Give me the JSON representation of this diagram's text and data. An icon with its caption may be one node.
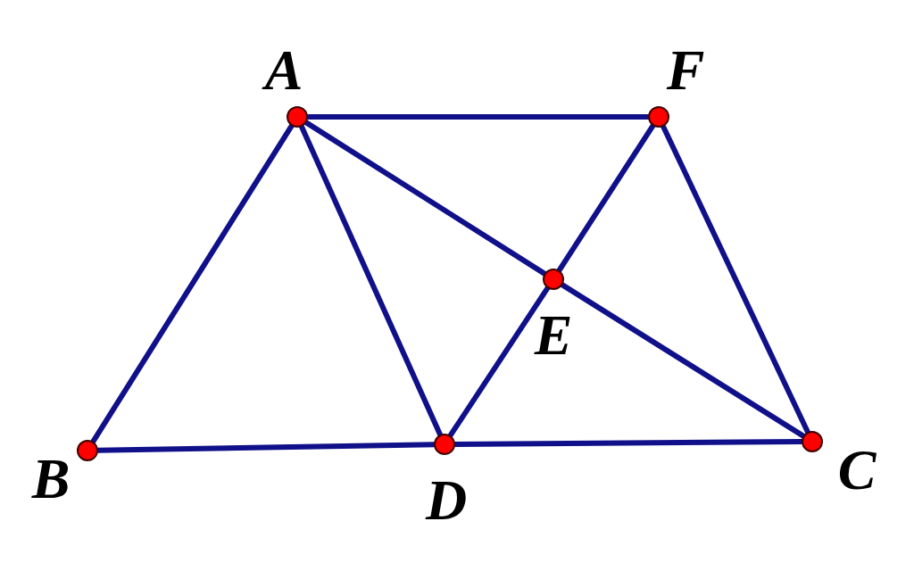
{
  "diagram": {
    "nodes": [
      {
        "text": [],
        "shape": "circle",
        "beside": [
          "A"
        ]
      },
      {
        "text": [],
        "shape": "circle",
        "beside": [
          "F"
        ]
      },
      {
        "text": [],
        "shape": "circle",
        "beside": [
          "E"
        ]
      },
      {
        "text": [],
        "shape": "circle",
        "beside": [
          "B"
        ]
      },
      {
        "text": [],
        "shape": "circle",
        "beside": [
          "D"
        ]
      },
      {
        "text": [],
        "shape": "circle",
        "beside": [
          "C"
        ]
      }
    ],
    "edges": [
      {
        "from": 0,
        "to": 1,
        "arrow": "none"
      },
      {
        "from": 0,
        "to": 3,
        "arrow": "none"
      },
      {
        "from": 0,
        "to": 4,
        "arrow": "none"
      },
      {
        "from": 0,
        "to": 2,
        "arrow": "none"
      },
      {
        "from": 2,
        "to": 5,
        "arrow": "none"
      },
      {
        "from": 1,
        "to": 2,
        "arrow": "none"
      },
      {
        "from": 2,
        "to": 4,
        "arrow": "none"
      },
      {
        "from": 1,
        "to": 5,
        "arrow": "none"
      },
      {
        "from": 3,
        "to": 4,
        "arrow": "none"
      },
      {
        "from": 4,
        "to": 5,
        "arrow": "none"
      }
    ]
  }
}
